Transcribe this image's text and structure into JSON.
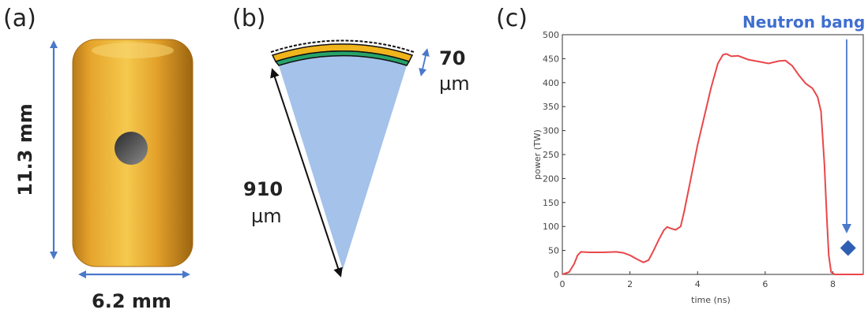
{
  "panel_a": {
    "label": "(a)",
    "height_label": "11.3 mm",
    "width_label": "6.2 mm",
    "colors": {
      "hohlraum": "#e8a62a",
      "hohlraum_dark": "#b8761a",
      "arrow": "#4a79c9"
    }
  },
  "panel_b": {
    "label": "(b)",
    "radius_label": [
      "910",
      "µm"
    ],
    "thickness_label": [
      "70",
      "µm"
    ],
    "colors": {
      "fuel": "#a4c2ea",
      "ablator": "#f0b41c",
      "ice": "#26a36a",
      "arrow": "#4a79c9"
    }
  },
  "panel_c": {
    "label": "(c)",
    "annotation": "Neutron bang time",
    "colors": {
      "curve": "#e8474a",
      "marker": "#2f5fb3",
      "annotation": "#3f6fcf"
    }
  },
  "chart_data": {
    "type": "line",
    "xlabel": "time (ns)",
    "ylabel": "power (TW)",
    "xlim": [
      0,
      8.9
    ],
    "ylim": [
      0,
      500
    ],
    "xticks": [
      0,
      2,
      4,
      6,
      8
    ],
    "yticks": [
      0,
      50,
      100,
      150,
      200,
      250,
      300,
      350,
      400,
      450,
      500
    ],
    "grid": false,
    "series": [
      {
        "x": [
          0,
          0.2,
          0.35,
          0.45,
          0.55,
          0.8,
          1.2,
          1.6,
          1.8,
          2.0,
          2.2,
          2.4,
          2.55,
          2.7,
          2.85,
          3.0,
          3.1,
          3.2,
          3.35,
          3.5,
          3.6,
          3.8,
          4.0,
          4.2,
          4.4,
          4.6,
          4.75,
          4.85,
          5.0,
          5.2,
          5.5,
          5.8,
          6.1,
          6.4,
          6.6,
          6.8,
          7.0,
          7.2,
          7.4,
          7.55,
          7.65,
          7.75,
          7.82,
          7.88,
          7.95,
          8.05,
          8.3,
          8.9
        ],
        "y": [
          0,
          5,
          22,
          40,
          47,
          46,
          46,
          47,
          45,
          40,
          32,
          25,
          30,
          50,
          72,
          92,
          99,
          96,
          93,
          100,
          130,
          200,
          270,
          330,
          390,
          440,
          458,
          460,
          455,
          456,
          448,
          444,
          440,
          445,
          446,
          435,
          415,
          398,
          388,
          370,
          340,
          230,
          120,
          40,
          5,
          0,
          0,
          0
        ]
      }
    ],
    "marker": {
      "x": 8.45,
      "y": 55,
      "shape": "diamond"
    }
  }
}
